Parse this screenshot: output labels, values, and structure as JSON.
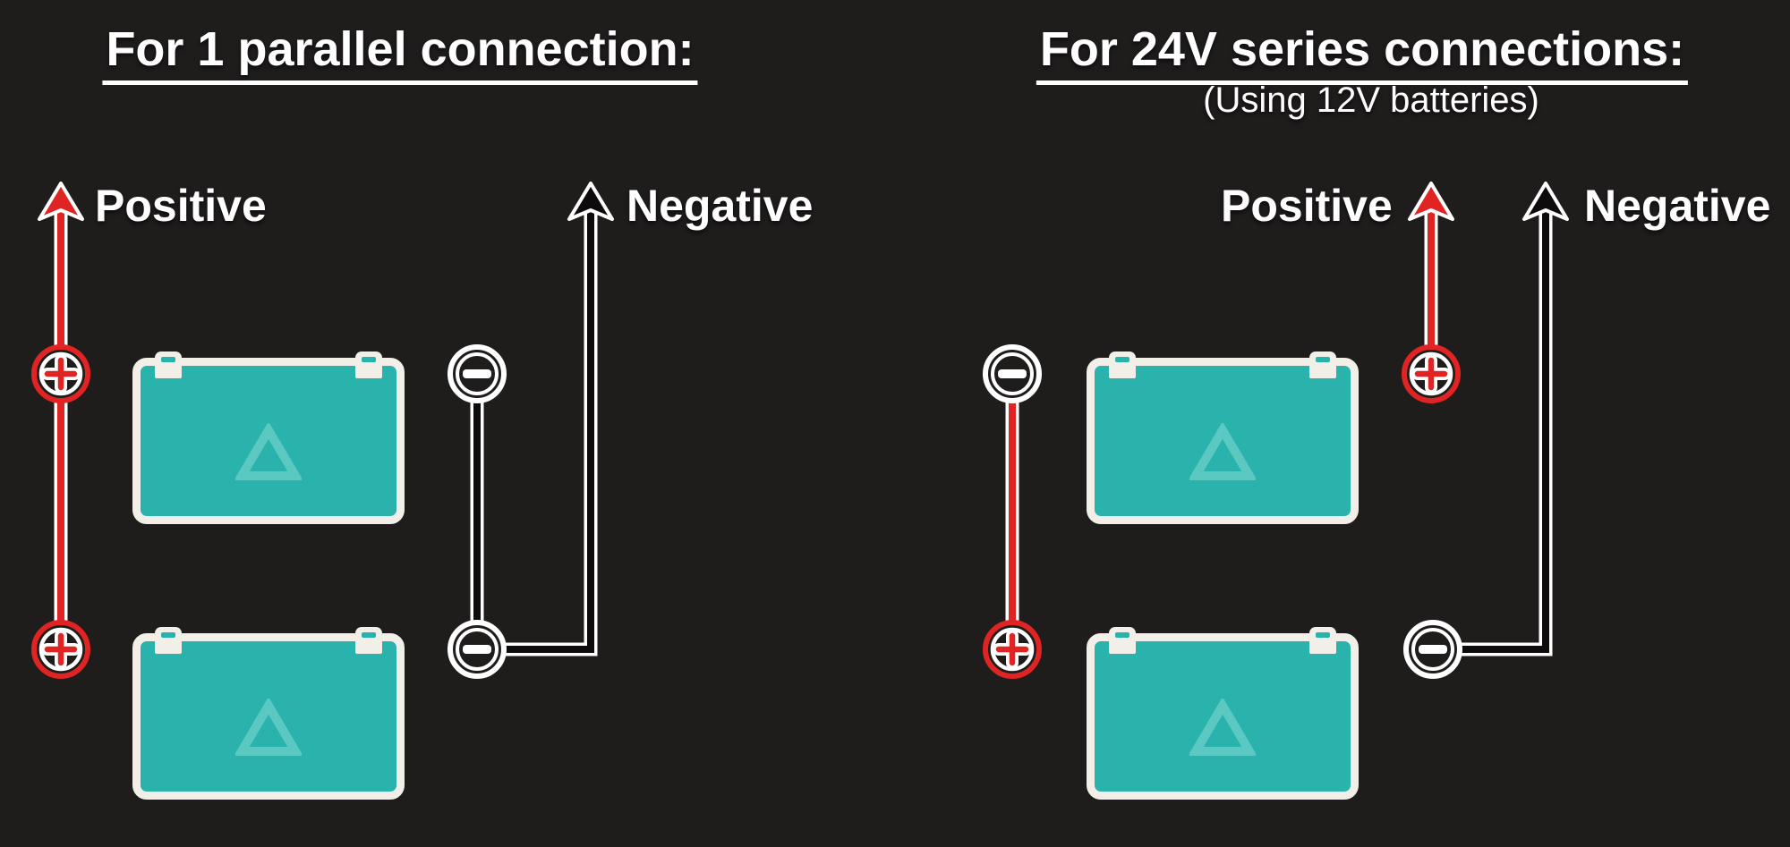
{
  "colors": {
    "background": "#1f1c1c",
    "wire_dark": "#0d0b0b",
    "positive_red": "#e02424",
    "battery_teal": "#2ab3ac",
    "battery_logo_teal": "#7dd6d0",
    "battery_border": "#f2efe9",
    "text_white": "#ffffff"
  },
  "left_panel": {
    "title": "For 1 parallel connection:",
    "positive_label": "Positive",
    "negative_label": "Negative"
  },
  "right_panel": {
    "title": "For 24V series connections:",
    "subtitle": "(Using 12V batteries)",
    "positive_label": "Positive",
    "negative_label": "Negative"
  },
  "icons": {
    "positive_terminal": "plus-in-circle",
    "negative_terminal": "minus-in-circle",
    "flow_arrow": "up-arrow",
    "battery_logo": "triangle-outline"
  }
}
